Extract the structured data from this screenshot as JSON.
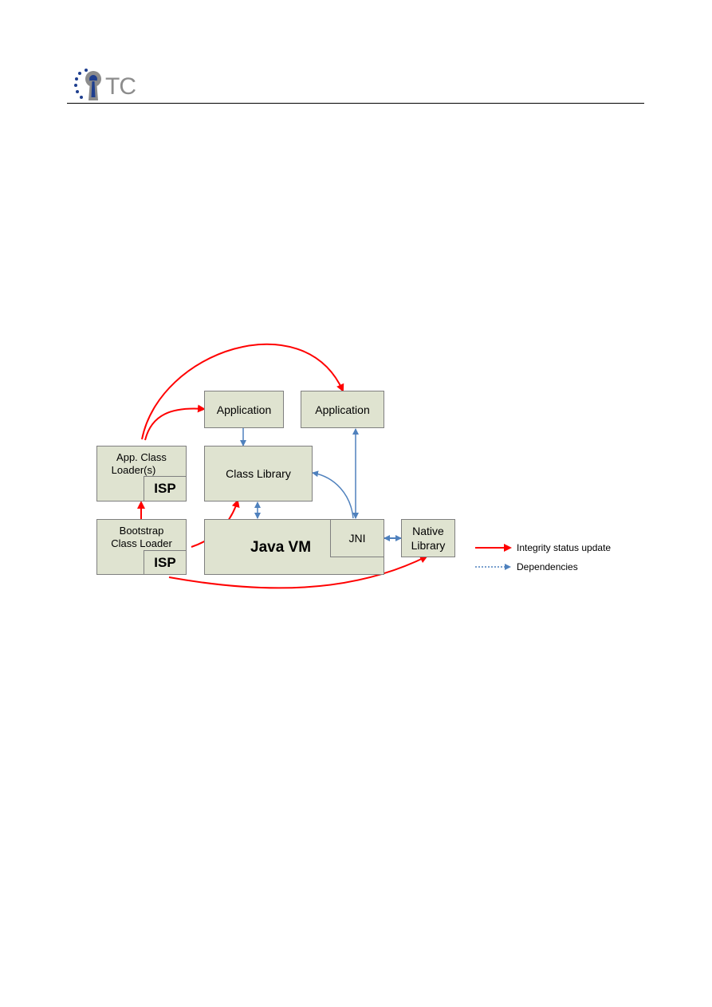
{
  "header": {
    "logo_text": "TC",
    "colors": {
      "logo_gray": "#8c8c8c",
      "logo_blue": "#1f3f8f",
      "star_blue": "#1f3f8f"
    }
  },
  "diagram": {
    "application_left": "Application",
    "application_right": "Application",
    "app_class_loader": "App. Class Loader(s)",
    "app_class_loader_line1": "App. Class",
    "app_class_loader_line2": "Loader(s)",
    "isp_top": "ISP",
    "class_library": "Class Library",
    "bootstrap_line1": "Bootstrap",
    "bootstrap_line2": "Class Loader",
    "isp_bottom": "ISP",
    "java_vm": "Java VM",
    "jni": "JNI",
    "native_line1": "Native",
    "native_line2": "Library",
    "colors": {
      "box_fill": "#dfe3d0",
      "box_border": "#7f7f7f",
      "integrity": "#ff0000",
      "dependency": "#4f81bd"
    }
  },
  "legend": {
    "integrity": "Integrity status update",
    "dependencies": "Dependencies"
  }
}
